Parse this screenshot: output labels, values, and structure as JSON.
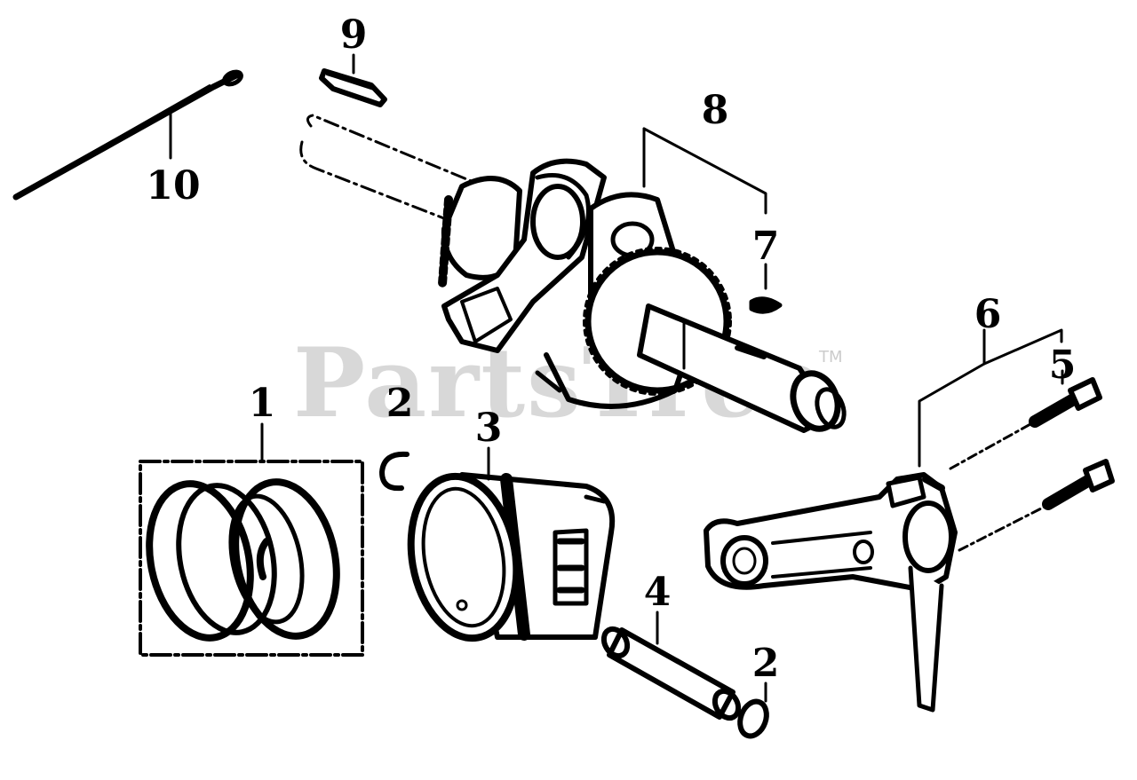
{
  "watermark": {
    "text": "PartsTree",
    "trademark": "TM"
  },
  "callouts": {
    "c1": "1",
    "c2a": "2",
    "c2b": "2",
    "c3": "3",
    "c4": "4",
    "c5": "5",
    "c6": "6",
    "c7": "7",
    "c8": "8",
    "c9": "9",
    "c10": "10"
  },
  "colors": {
    "ink": "#000000",
    "watermark": "#d8d8d8",
    "background": "#ffffff"
  }
}
